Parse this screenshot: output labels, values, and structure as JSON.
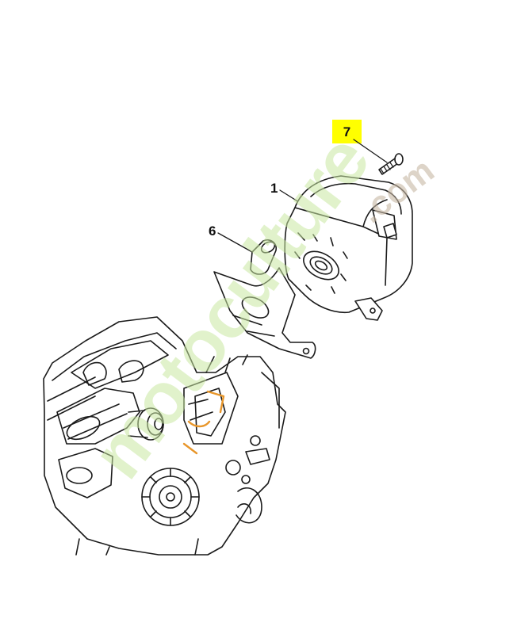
{
  "callouts": {
    "part_7": "7",
    "part_1": "1",
    "part_6": "6"
  },
  "highlight_color": "#ffff00",
  "line_color": "#1a1a1a",
  "watermark": {
    "text_main": "motoculture",
    "text_tail": ".com",
    "color_main": "#c9e8a2",
    "color_tail": "#c8b8a5"
  }
}
